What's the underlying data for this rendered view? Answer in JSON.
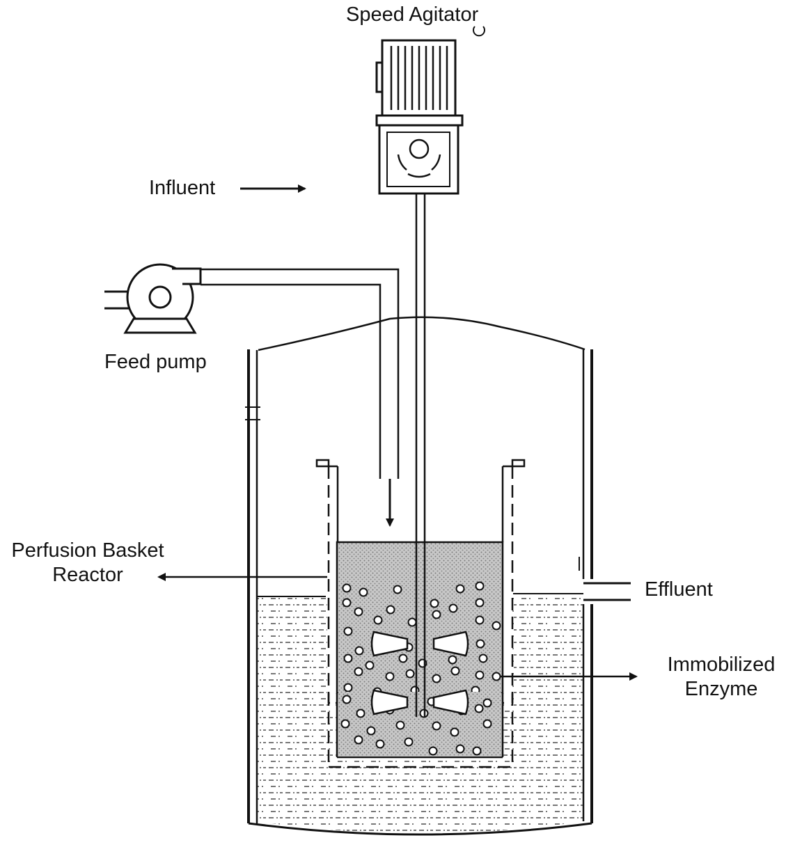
{
  "labels": {
    "speed_agitator": "Speed Agitator",
    "influent": "Influent",
    "feed_pump": "Feed pump",
    "perfusion_line1": "Perfusion Basket",
    "perfusion_line2": "Reactor",
    "effluent": "Effluent",
    "immobilized_line1": "Immobilized",
    "immobilized_line2": "Enzyme"
  },
  "colors": {
    "line": "#111111",
    "liquid_dash": "#555555",
    "basket_fill": "#bdbdbd",
    "background": "#ffffff"
  }
}
